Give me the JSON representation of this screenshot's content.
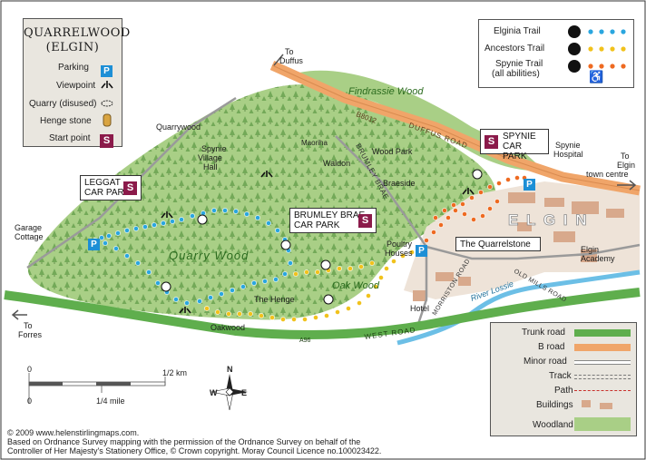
{
  "title_line1": "QUARRELWOOD",
  "title_line2": "(ELGIN)",
  "symbols_legend": [
    {
      "label": "Parking",
      "icon": "parking-icon"
    },
    {
      "label": "Viewpoint",
      "icon": "viewpoint-icon"
    },
    {
      "label": "Quarry (disused)",
      "icon": "quarry-icon"
    },
    {
      "label": "Henge stone",
      "icon": "henge-stone-icon"
    },
    {
      "label": "Start point",
      "icon": "start-point-icon"
    }
  ],
  "trails_legend": [
    {
      "label": "Elginia Trail",
      "color": "#2aa6df"
    },
    {
      "label": "Ancestors Trail",
      "color": "#f1c21c"
    },
    {
      "label": "Spynie Trail",
      "sub": "(all abilities)",
      "color": "#ee6a21"
    }
  ],
  "roads_legend": [
    {
      "label": "Trunk road"
    },
    {
      "label": "B road"
    },
    {
      "label": "Minor road"
    },
    {
      "label": "Track"
    },
    {
      "label": "Path"
    },
    {
      "label": "Buildings"
    },
    {
      "label": "Woodland"
    }
  ],
  "car_parks": {
    "leggat": [
      "LEGGAT",
      "CAR PARK"
    ],
    "brumley": [
      "BRUMLEY BRAE",
      "CAR PARK"
    ],
    "spynie": [
      "SPYNIE",
      "CAR PARK"
    ]
  },
  "quarrelstone": "The Quarrelstone",
  "icons": {
    "parking": "P",
    "start": "S",
    "wheelchair": "♿"
  },
  "places": {
    "to_duffus": [
      "To",
      "Duffus"
    ],
    "findrassie_wood": "Findrassie Wood",
    "b8012": "B8012",
    "duffus_road": "DUFFUS ROAD",
    "quarrywood": "Quarrywood",
    "spynie_hall": [
      "Spynie",
      "Village",
      "Hall"
    ],
    "maoriha": "Maoriha",
    "waldon": "Waldon",
    "wood_park": "Wood Park",
    "brumley_brae_road": "BRUMLEY BRAE",
    "braeside": "Braeside",
    "spynie_hospital": [
      "Spynie",
      "Hospital"
    ],
    "to_elgin": [
      "To",
      "Elgin",
      "town centre"
    ],
    "elgin": "E L G I N",
    "garage_cottage": [
      "Garage",
      "Cottage"
    ],
    "quarry_wood": "Quarry Wood",
    "oak_wood": "Oak Wood",
    "poultry_houses": [
      "Poultry",
      "Houses"
    ],
    "morriston_road": "MORRISTON ROAD",
    "river_lossie": "River Lossie",
    "mills_road": "OLD MILLS ROAD",
    "elgin_academy": [
      "Elgin",
      "Academy"
    ],
    "the_henge": "The Henge",
    "hotel": "Hotel",
    "oakwood": "Oakwood",
    "a96": "A96",
    "west_road": "WEST ROAD",
    "to_forres": [
      "To",
      "Forres"
    ]
  },
  "scale": {
    "half_km": "1/2 km",
    "quarter_mile": "1/4 mile",
    "zero": "0"
  },
  "compass": {
    "n": "N",
    "e": "E",
    "w": "W"
  },
  "footer": [
    "© 2009 www.helenstirlingmaps.com.",
    "Based on Ordnance Survey mapping with the permission of the Ordnance Survey on behalf of the",
    "Controller of Her Majesty's Stationery Office, ©  Crown copyright. Moray Council Licence no.100023422."
  ],
  "colors": {
    "woodland": "#a9cf86",
    "trunk_road": "#5fae4d",
    "b_road": "#f0a569",
    "elginia": "#2aa6df",
    "ancestors": "#f1c21c",
    "spynie": "#ee6a21",
    "start": "#8b1a4a",
    "parking": "#1d8fd6",
    "river": "#6cbfe6",
    "buildings": "#d8a98c"
  }
}
